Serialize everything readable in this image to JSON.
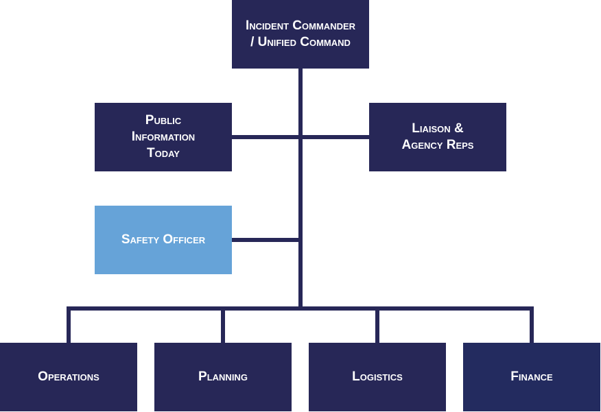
{
  "diagram": {
    "colors": {
      "box_dark": "#272757",
      "box_highlight": "#66a3d8",
      "box_finance": "#232b5f",
      "connector": "#272757",
      "text": "#ffffff"
    },
    "command": {
      "label": "Incident Commander\n/ Unified Command"
    },
    "command_staff": {
      "public_information": "Public\nInformation\nToday",
      "liaison": "Liaison &\nAgency Reps",
      "safety": "Safety Officer"
    },
    "general_staff": [
      {
        "label": "Operations"
      },
      {
        "label": "Planning"
      },
      {
        "label": "Logistics"
      },
      {
        "label": "Finance"
      }
    ]
  }
}
